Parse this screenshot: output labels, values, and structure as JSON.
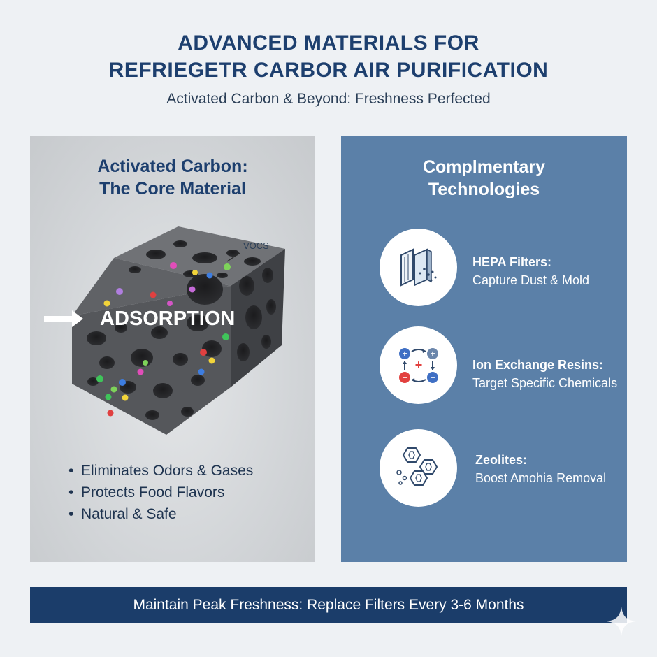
{
  "header": {
    "title_line1": "ADVANCED MATERIALS FOR",
    "title_line2": "REFRIEGETR CARBOR AIR PURIFICATION",
    "subtitle": "Activated Carbon & Beyond: Freshness Perfected"
  },
  "left_panel": {
    "heading_line1": "Activated Carbon:",
    "heading_line2": "The Core Material",
    "illustration": {
      "vocs_label": "VOCS",
      "adsorption_label": "ADSORPTION",
      "icon": "porous-carbon-block"
    },
    "bullets": [
      "Eliminates Odors & Gases",
      "Protects Food Flavors",
      "Natural & Safe"
    ]
  },
  "right_panel": {
    "heading_line1": "Complmentary",
    "heading_line2": "Technologies",
    "items": [
      {
        "icon": "hepa-filter-icon",
        "title": "HEPA Filters:",
        "description": "Capture Dust & Mold"
      },
      {
        "icon": "ion-exchange-icon",
        "title": "Ion Exchange Resins:",
        "description": "Target Specific Chemicals"
      },
      {
        "icon": "zeolite-crystal-icon",
        "title": "Zeolites:",
        "description": "Boost Amohia Removal"
      }
    ]
  },
  "footer": {
    "text": "Maintain Peak Freshness: Replace Filters Every 3-6 Months"
  },
  "colors": {
    "background": "#eef1f4",
    "title": "#1d3f6e",
    "right_panel": "#5b80a8",
    "footer": "#1b3d6a"
  }
}
